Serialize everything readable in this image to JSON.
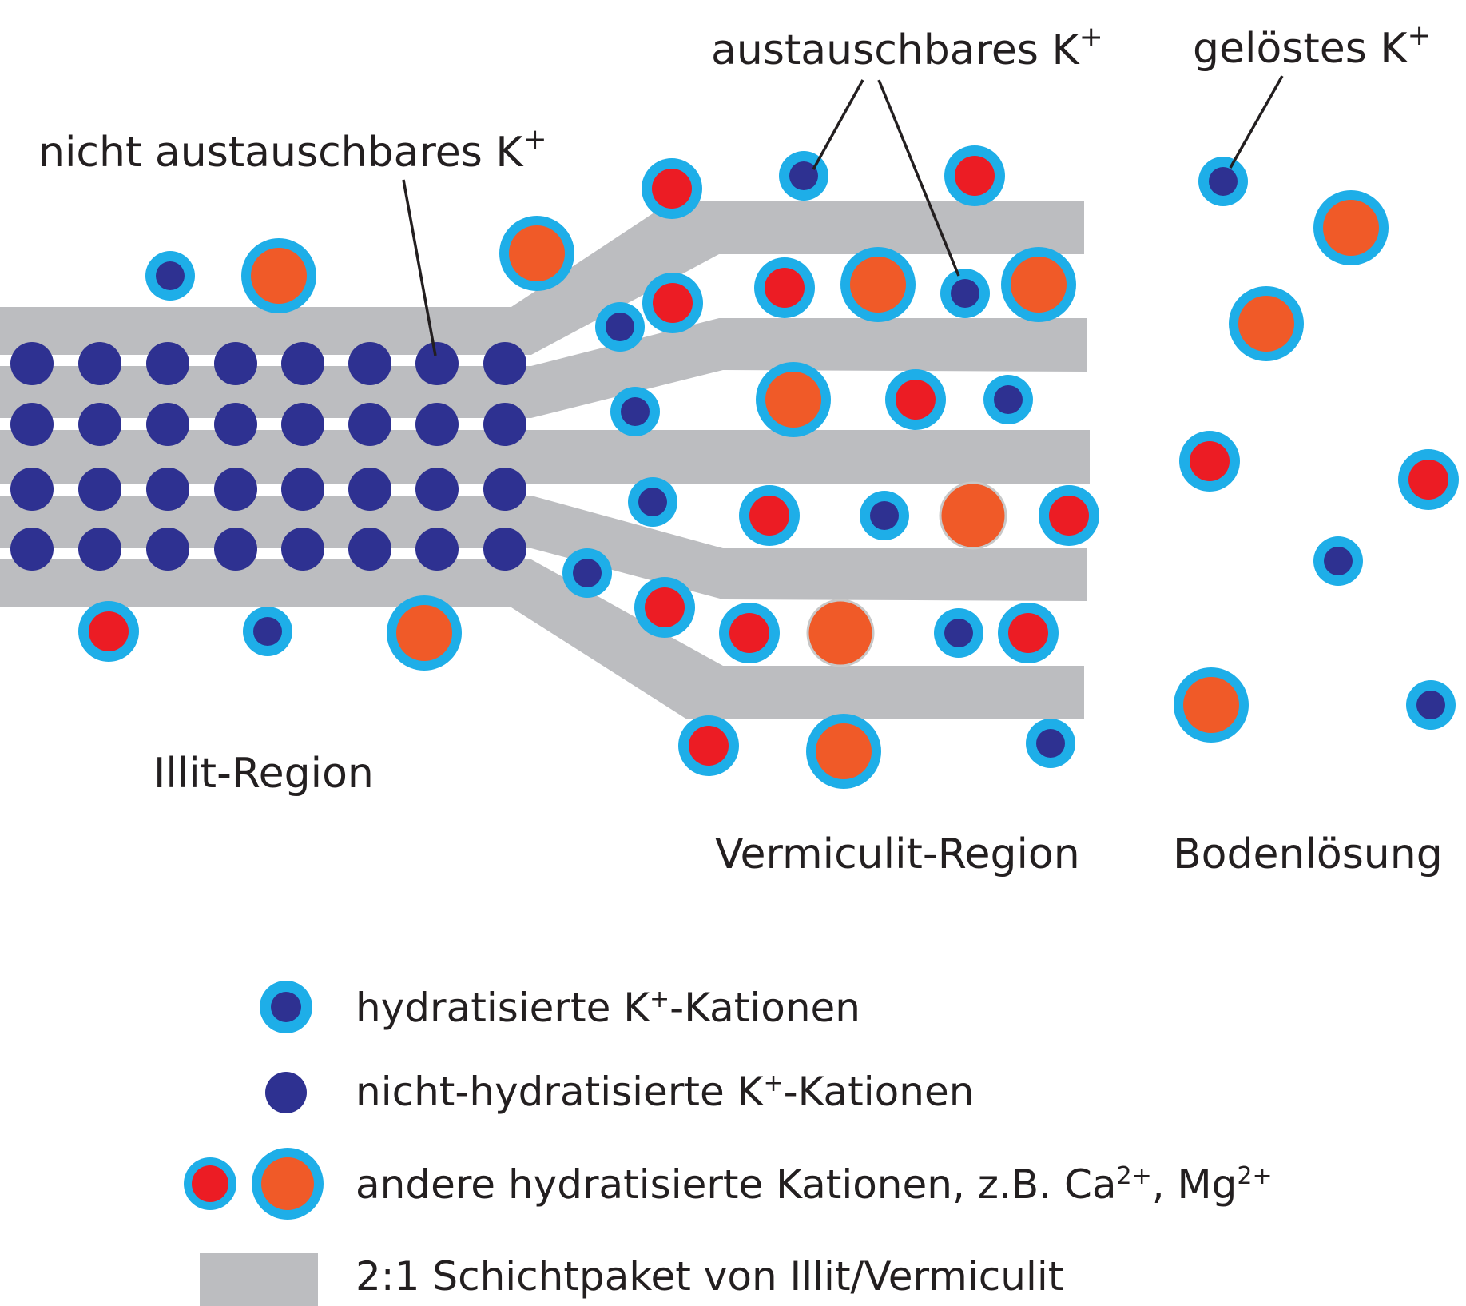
{
  "labels": {
    "nicht_austauschbar": "nicht austauschbares K",
    "austauschbar": "austauschbares K",
    "geloest": "gelöstes K",
    "plus": "+",
    "illit": "Illit-Region",
    "vermiculit": "Vermiculit-Region",
    "boden": "Bodenlösung"
  },
  "legend": {
    "hydrated_k": {
      "pre": "hydratisierte K",
      "sup": "+",
      "post": "-Kationen"
    },
    "nonhydrated_k": {
      "pre": "nicht-hydratisierte K",
      "sup": "+",
      "post": "-Kationen"
    },
    "other": {
      "pre": "andere hydratisierte Kationen, z.B. Ca",
      "sup1": "2+",
      "mid": ", Mg",
      "sup2": "2+"
    },
    "layer": "2:1 Schichtpaket von Illit/Vermiculit"
  },
  "colors": {
    "layer": "#bcbdc0",
    "k_nonhydrated": "#2e3191",
    "hydration_shell": "#1eaee8",
    "other_red": "#ec1c24",
    "other_orange": "#f05a28",
    "text": "#231f20"
  }
}
